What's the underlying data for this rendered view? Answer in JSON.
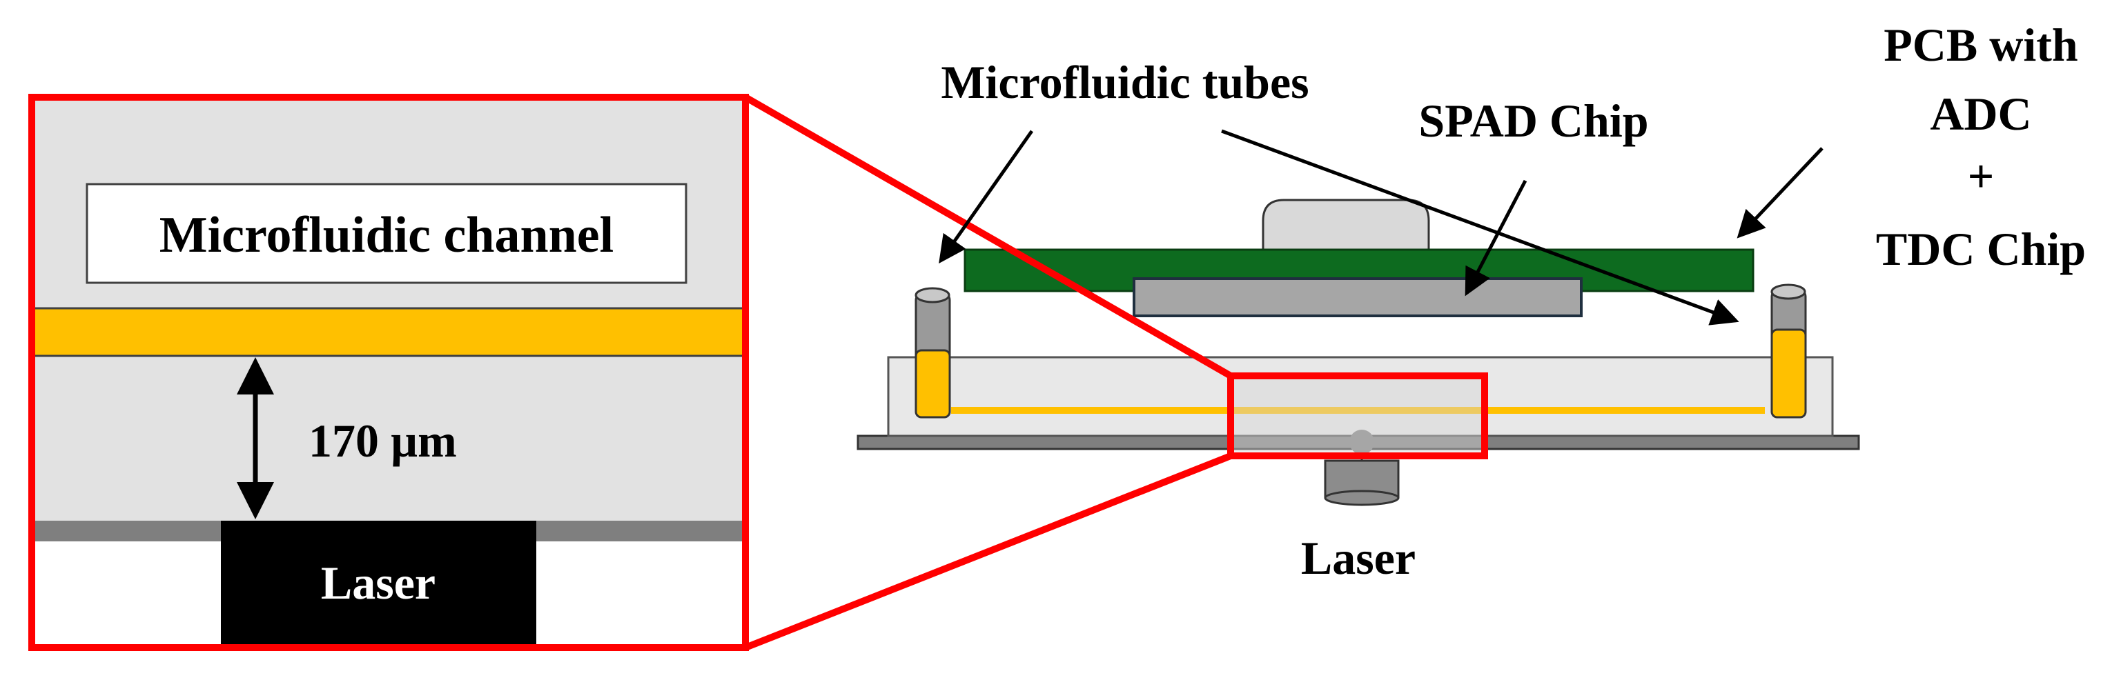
{
  "zoom_view": {
    "channel_label": "Microfluidic channel",
    "gap_label": "170 µm",
    "laser_label": "Laser"
  },
  "device_view": {
    "tubes_label": "Microfluidic tubes",
    "spad_label": "SPAD Chip",
    "pcb_label_lines": [
      "PCB with",
      "ADC",
      "+",
      "TDC Chip"
    ],
    "laser_label": "Laser"
  },
  "colors": {
    "highlight_red": "#ff0000",
    "channel_orange": "#ffc000",
    "pcb_green": "#0d6b1f",
    "spad_gray": "#a6a6a6",
    "glass_gray": "#e2e2e2",
    "substrate_gray": "#7f7f7f",
    "laser_black": "#000000"
  }
}
